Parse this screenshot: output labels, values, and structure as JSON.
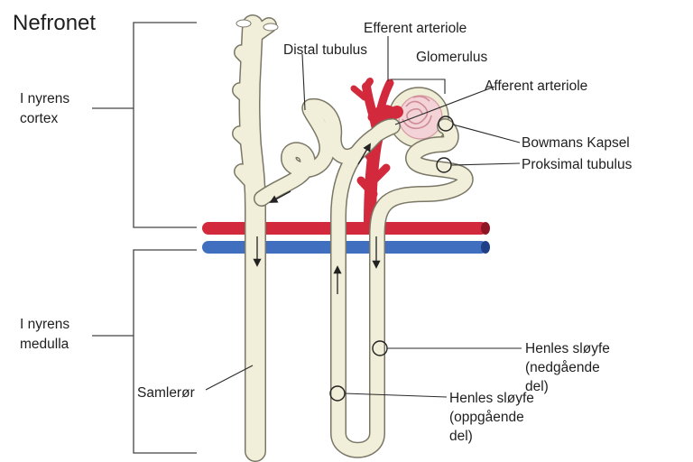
{
  "title": "Nefronet",
  "regions": {
    "cortex": [
      "I nyrens",
      "cortex"
    ],
    "medulla": [
      "I nyrens",
      "medulla"
    ]
  },
  "labels": {
    "distal_tubulus": "Distal tubulus",
    "efferent_arteriole": "Efferent arteriole",
    "glomerulus": "Glomerulus",
    "afferent_arteriole": "Afferent arteriole",
    "bowmans_kapsel": "Bowmans Kapsel",
    "proksimal_tubulus": "Proksimal tubulus",
    "henles_ned": [
      "Henles sløyfe",
      "(nedgående",
      "del)"
    ],
    "henles_opp": [
      "Henles sløyfe",
      "(oppgående",
      "del)"
    ],
    "samleror": "Samlerør"
  },
  "colors": {
    "tubule": "#efedd6",
    "tubule_outline": "#7a7766",
    "artery": "#d22a3c",
    "vein": "#3f6fbe",
    "glomerulus": "#e9b9bf"
  }
}
